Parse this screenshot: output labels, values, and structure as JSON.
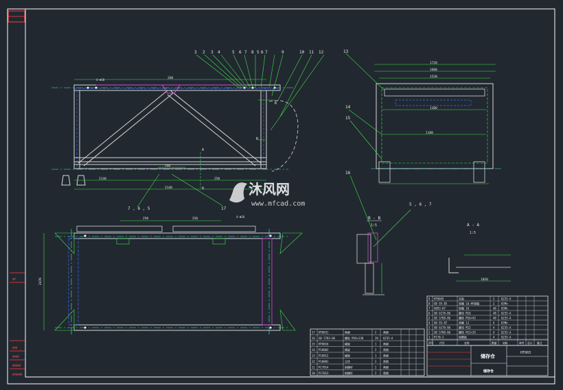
{
  "colors": {
    "background": "#212830",
    "frame": "#ffffff",
    "outline": "#d8d8d8",
    "dimension": "#3fe83f",
    "hidden": "#3f6bff",
    "centerline": "#3fe8e8",
    "accent": "#d84ad8",
    "title_red": "#ff4040",
    "watermark": "#e8e8e8"
  },
  "watermark": {
    "logo_icon": "mfcad-logo-icon",
    "cn_text": "沐风网",
    "url_text": "www.mfcad.com"
  },
  "callouts": {
    "top": [
      "3",
      "2",
      "3",
      "4",
      "5",
      "6",
      "7",
      "8",
      "5",
      "6",
      "7",
      "9",
      "10",
      "11",
      "12"
    ],
    "section_view": [
      "13",
      "14",
      "15",
      "16"
    ],
    "bottom_left": "7 , 6 , 5",
    "bottom_17": "17",
    "bb_part": "5 , 6 , 7"
  },
  "view_labels": {
    "b_b": "B - B",
    "b_b_scale": "1:5",
    "a_a": "A - A",
    "a_a_scale": "1:5",
    "cut_a": "A",
    "cut_b": "B"
  },
  "dimensions": {
    "front": [
      "2140",
      "3140",
      "240",
      "260",
      "250"
    ],
    "side": [
      "1720",
      "1600",
      "1530",
      "1300",
      "1188"
    ],
    "plan": [
      "250",
      "250",
      "4-Φ18",
      "2470"
    ],
    "detail": [
      "1050"
    ]
  },
  "bom_right": {
    "rows": [
      {
        "no": "9",
        "code": "HT0045",
        "name": "支板",
        "qty": "2",
        "material": "Q235-A"
      },
      {
        "no": "8",
        "code": "GB 95-85",
        "name": "垫圈 16-HV钢板",
        "qty": "2",
        "material": "65Mn"
      },
      {
        "no": "7",
        "code": "GB93-87",
        "name": "垫圈 16",
        "qty": "48",
        "material": "65Mn"
      },
      {
        "no": "6",
        "code": "GB 6170-86",
        "name": "螺母 M16",
        "qty": "48",
        "material": "Q235-A"
      },
      {
        "no": "5",
        "code": "GB 5780-86",
        "name": "螺栓 M16×45",
        "qty": "48",
        "material": "Q235-A"
      },
      {
        "no": "4",
        "code": "GB 93-87",
        "name": "垫圈 12",
        "qty": "4",
        "material": "65Mn"
      },
      {
        "no": "3",
        "code": "GB 6170-86",
        "name": "螺母 M12",
        "qty": "4",
        "material": "Q235-A"
      },
      {
        "no": "2",
        "code": "GB 5780-86",
        "name": "螺栓 M12×35",
        "qty": "4",
        "material": "Q235-A"
      },
      {
        "no": "1",
        "code": "P170-2",
        "name": "地脚板",
        "qty": "4",
        "material": "Q235-A"
      }
    ],
    "header": [
      "序号",
      "代号",
      "名称",
      "数量",
      "材料",
      "单件",
      "总计",
      "备注"
    ]
  },
  "bom_left": {
    "rows": [
      {
        "no": "17",
        "code": "HT0031",
        "name": "角钢",
        "qty": "2",
        "material": "角钢"
      },
      {
        "no": "16",
        "code": "GB 5783-86",
        "name": "螺栓 M16×130",
        "qty": "28",
        "material": "Q235-A"
      },
      {
        "no": "15",
        "code": "HT0016",
        "name": "横梁",
        "qty": "1",
        "material": "角钢"
      },
      {
        "no": "14",
        "code": "P18002",
        "name": "横梁",
        "qty": "2",
        "material": "角钢"
      },
      {
        "no": "13",
        "code": "P18012",
        "name": "横梁",
        "qty": "1",
        "material": "角钢"
      },
      {
        "no": "12",
        "code": "P18001",
        "name": "立柱",
        "qty": "2",
        "material": "角钢"
      },
      {
        "no": "11",
        "code": "P17014",
        "name": "斜撑杆",
        "qty": "2",
        "material": "角钢"
      },
      {
        "no": "10",
        "code": "P17013",
        "name": "斜撑杆",
        "qty": "2",
        "material": "角钢"
      }
    ]
  },
  "title_block": {
    "title": "储存仓",
    "drawing_no": "HT003",
    "subtitle": "储存仓"
  },
  "left_strip": [
    "##",
    "###",
    "####",
    "#####",
    "######"
  ]
}
